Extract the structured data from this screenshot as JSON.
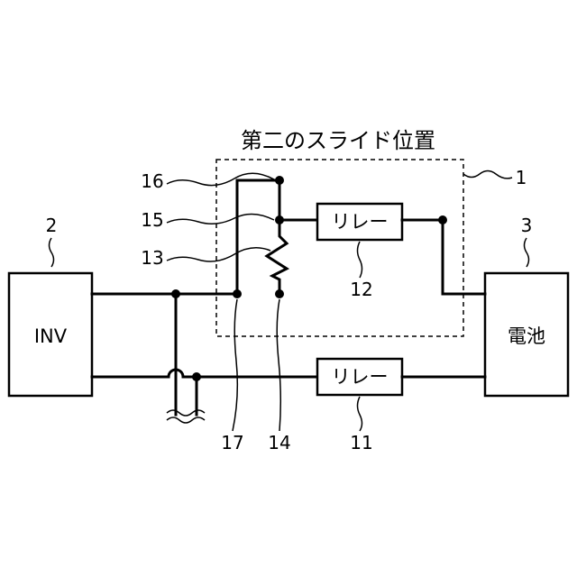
{
  "title": "第二のスライド位置",
  "blocks": {
    "inverter": {
      "label": "INV",
      "ref": "2"
    },
    "battery": {
      "label": "電池",
      "ref": "3"
    },
    "relay_upper": {
      "label": "リレー",
      "ref": "12"
    },
    "relay_lower": {
      "label": "リレー",
      "ref": "11"
    }
  },
  "refs": {
    "unit": "1",
    "r16": "16",
    "r15": "15",
    "r13": "13",
    "r17": "17",
    "r14": "14"
  }
}
